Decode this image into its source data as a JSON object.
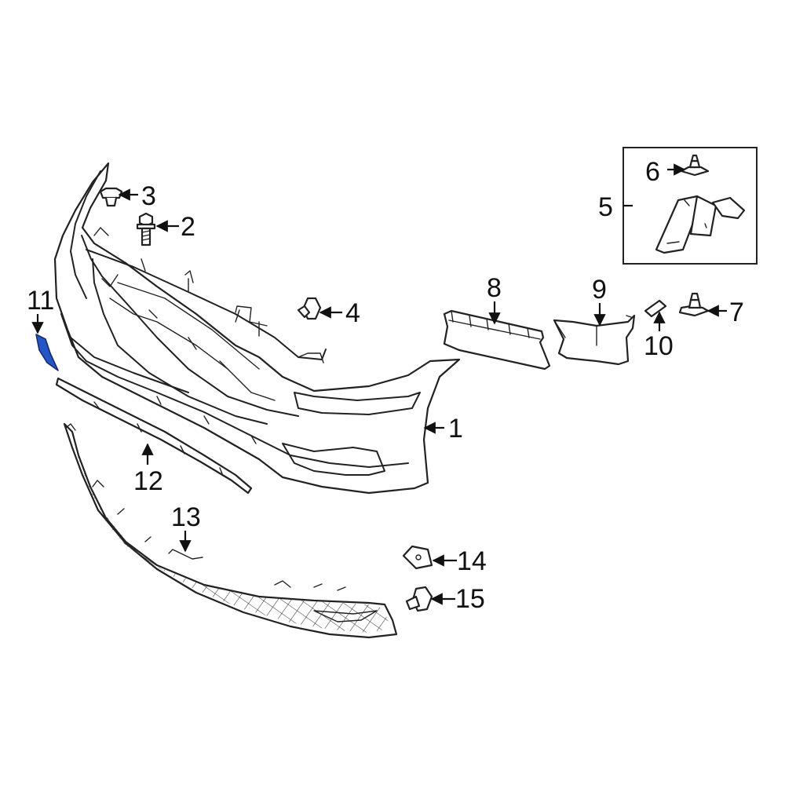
{
  "diagram": {
    "highlight_color": "#2457c5",
    "callouts": {
      "c1": "1",
      "c2": "2",
      "c3": "3",
      "c4": "4",
      "c5": "5",
      "c6": "6",
      "c7": "7",
      "c8": "8",
      "c9": "9",
      "c10": "10",
      "c11": "11",
      "c12": "12",
      "c13": "13",
      "c14": "14",
      "c15": "15"
    }
  }
}
